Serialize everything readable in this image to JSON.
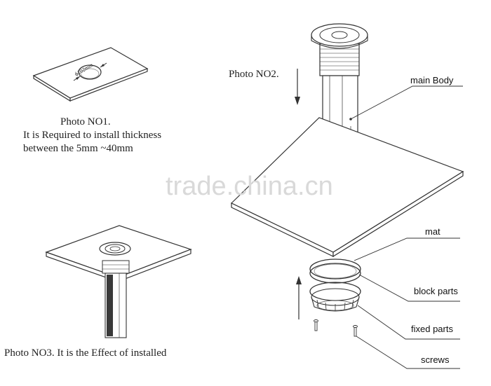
{
  "photo1": {
    "title": "Photo NO1.",
    "line1": "It is Required to install thickness",
    "line2": "between the 5mm ~40mm",
    "dimension": "ϕ102mm"
  },
  "photo2": {
    "title": "Photo NO2."
  },
  "photo3": {
    "caption": "Photo NO3. It is the Effect of installed"
  },
  "parts": {
    "main_body": "main Body",
    "mat": "mat",
    "block_parts": "block parts",
    "fixed_parts": "fixed parts",
    "screws": "screws"
  },
  "watermark": "trade.china.cn",
  "colors": {
    "line": "#333333",
    "watermark": "#d9d9d9"
  }
}
